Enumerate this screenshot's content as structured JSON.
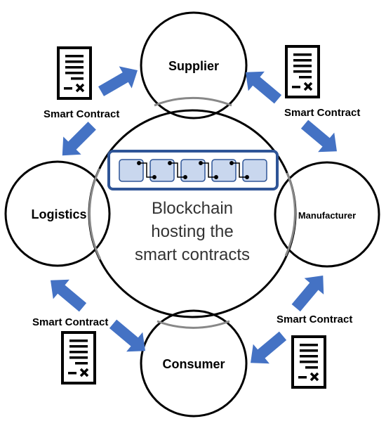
{
  "diagram": {
    "center": {
      "lines": [
        "Blockchain",
        "hosting the",
        "smart contracts"
      ]
    },
    "nodes": {
      "supplier": "Supplier",
      "manufacturer": "Manufacturer",
      "consumer": "Consumer",
      "logistics": "Logistics"
    },
    "contract_labels": {
      "top_left": "Smart Contract",
      "top_right": "Smart Contract",
      "bottom_left": "Smart Contract",
      "bottom_right": "Smart Contract"
    },
    "colors": {
      "arrow": "#4472C4",
      "chain_border": "#2F5597",
      "block_fill": "#C9D7EE",
      "center_circle_stroke": "#888888",
      "node_stroke": "#000000"
    },
    "icons": {
      "document": "contract-document-icon",
      "block": "blockchain-block-icon"
    }
  }
}
